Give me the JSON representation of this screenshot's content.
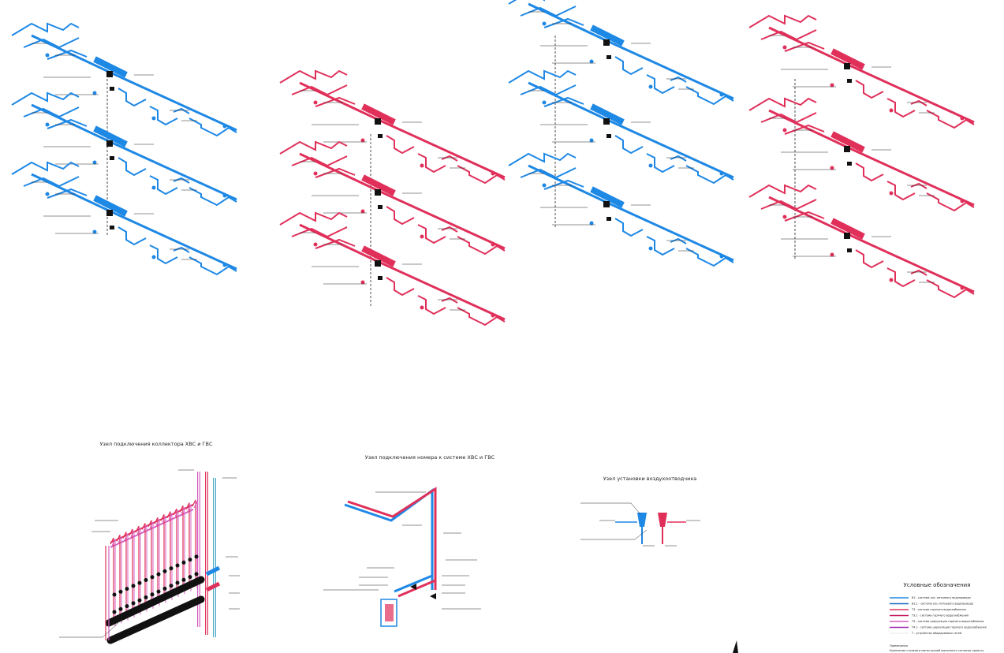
{
  "colors": {
    "cold": "#1e88e5",
    "hot": "#e0305a",
    "circ": "#d65fc2",
    "riser": "#4aa8c8",
    "ink": "#111111"
  },
  "titles": {
    "collector_node": "Узел подключения коллектора ХВС и ГВС",
    "room_node": "Узел подключения номера к системе ХВС и ГВС",
    "air_node": "Узел установки воздухоотводчика"
  },
  "legend": {
    "title": "Условные обозначения",
    "items": [
      {
        "color": "#1e88e5",
        "label": "В1 - система хоз.-питьевого водопровода"
      },
      {
        "color": "#1565c0",
        "label": "В1.1 - система хоз.-питьевого водопровода"
      },
      {
        "color": "#e0305a",
        "label": "Т3 - система горячего водоснабжения"
      },
      {
        "color": "#c2185b",
        "label": "Т3.1 - система горячего водоснабжения"
      },
      {
        "color": "#d65fc2",
        "label": "Т4 - система циркуляции горячего водоснабжения"
      },
      {
        "color": "#9c27b0",
        "label": "Т4.1 - система циркуляции горячего водоснабжения"
      },
      {
        "color": "#f0f0f0",
        "label": "Т - устройство общедомовых сетей"
      }
    ],
    "note_title": "Примечания",
    "note_text": "Крепление стояков и магистралей выполнить согласно проекту"
  }
}
